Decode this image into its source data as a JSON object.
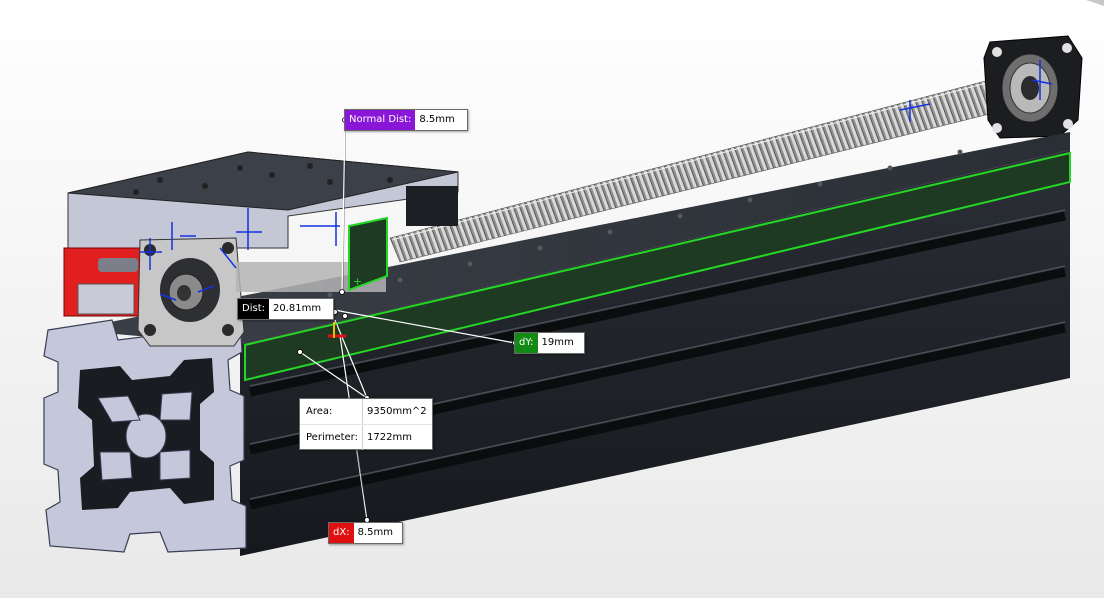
{
  "callouts": {
    "normal_dist": {
      "label": "Normal Dist:",
      "value": "8.5mm",
      "color": "#8a16d8"
    },
    "dist": {
      "label": "Dist:",
      "value": "20.81mm",
      "color": "#000000"
    },
    "dy": {
      "label": "dY:",
      "value": "19mm",
      "color": "#138a13"
    },
    "dx": {
      "label": "dX:",
      "value": "8.5mm",
      "color": "#e01010"
    }
  },
  "area_box": {
    "area_label": "Area:",
    "area_value": "9350mm^2",
    "perimeter_label": "Perimeter:",
    "perimeter_value": "1722mm"
  },
  "colors": {
    "selection": "#26d626",
    "extrusion_face": "#1f2329",
    "extrusion_end": "#c5c8db",
    "background": "#f4f4f4"
  }
}
